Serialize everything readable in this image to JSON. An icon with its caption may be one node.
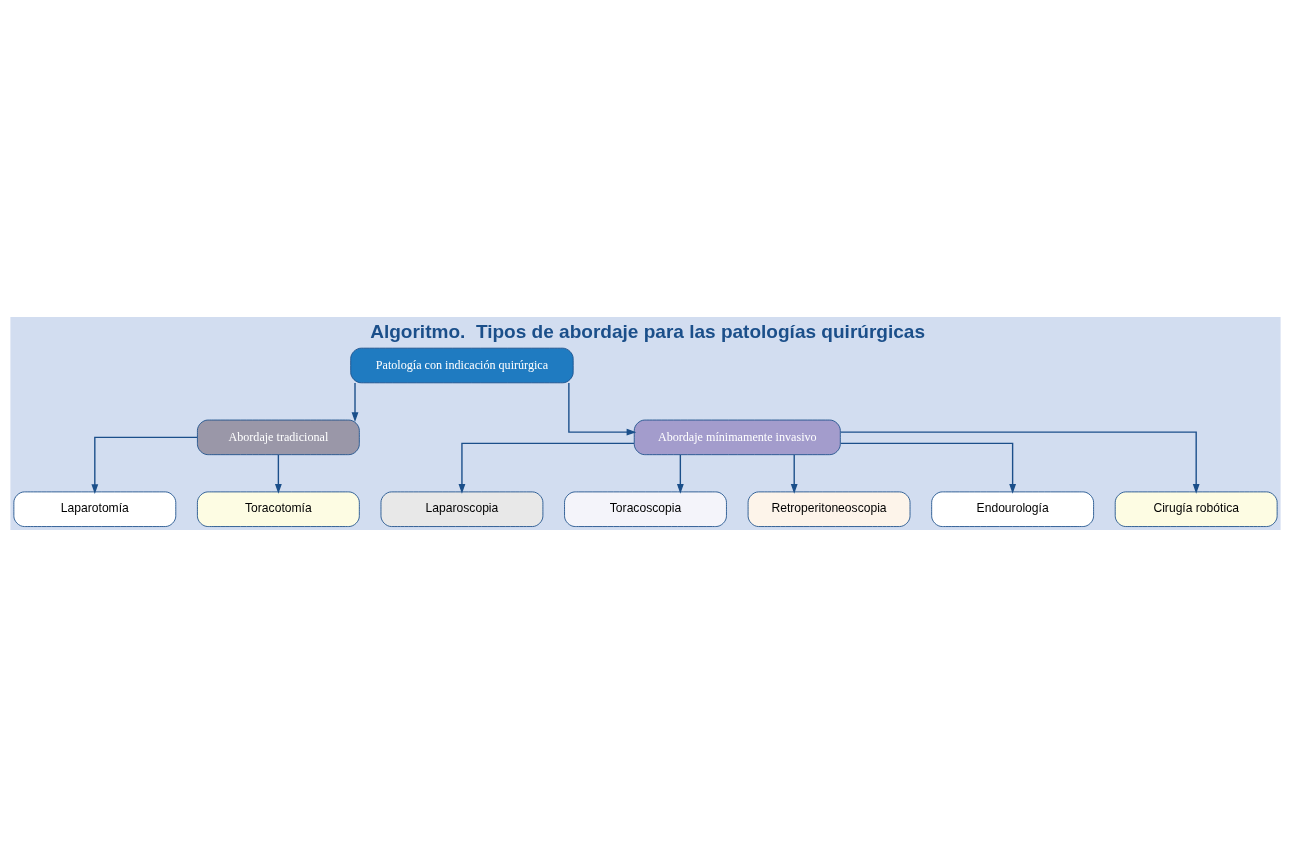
{
  "diagram": {
    "title": "Algoritmo.  Tipos de abordaje para las patologías quirúrgicas",
    "nodes": [
      {
        "text": [
          "Patología con indicación quirúrgica"
        ]
      },
      {
        "text": [
          "Abordaje tradicional"
        ]
      },
      {
        "text": [
          "Abordaje mínimamente invasivo"
        ]
      },
      {
        "text": [
          "Laparotomía"
        ]
      },
      {
        "text": [
          "Toracotomía"
        ]
      },
      {
        "text": [
          "Laparoscopia"
        ]
      },
      {
        "text": [
          "Toracoscopia"
        ]
      },
      {
        "text": [
          "Retroperitoneoscopia"
        ]
      },
      {
        "text": [
          "Endourología"
        ]
      },
      {
        "text": [
          "Cirugía robótica"
        ]
      }
    ],
    "edges": [
      {
        "from": 0,
        "to": 1,
        "arrow": "to"
      },
      {
        "from": 0,
        "to": 2,
        "arrow": "to"
      },
      {
        "from": 1,
        "to": 3,
        "arrow": "to"
      },
      {
        "from": 1,
        "to": 4,
        "arrow": "to"
      },
      {
        "from": 2,
        "to": 5,
        "arrow": "to"
      },
      {
        "from": 2,
        "to": 6,
        "arrow": "to"
      },
      {
        "from": 2,
        "to": 7,
        "arrow": "to"
      },
      {
        "from": 2,
        "to": 8,
        "arrow": "to"
      },
      {
        "from": 2,
        "to": 9,
        "arrow": "to"
      }
    ]
  }
}
